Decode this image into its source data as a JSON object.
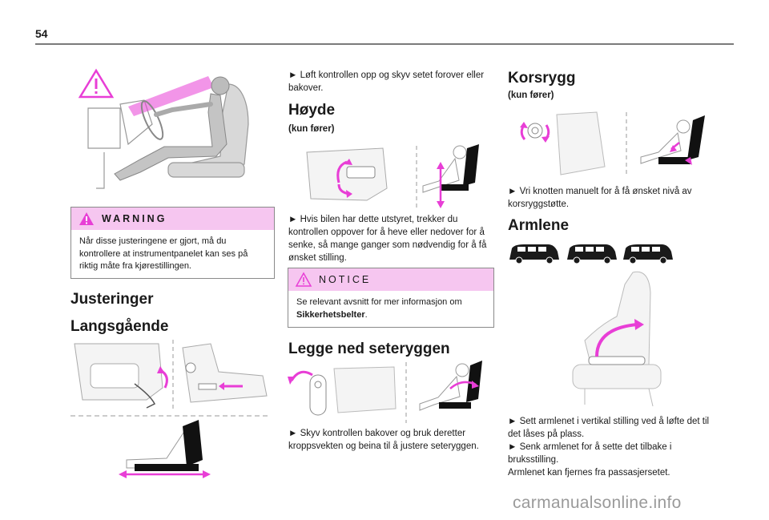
{
  "page": {
    "number": "54"
  },
  "colors": {
    "accent": "#e83ed6",
    "warning_bg": "#f6c6f0",
    "line": "#7a7a7a",
    "seat": "#d4d4d4"
  },
  "warning": {
    "title": "WARNING",
    "text": "Når disse justeringene er gjort, må du kontrollere at instrumentpanelet kan ses på riktig måte fra kjørestillingen."
  },
  "justeringer": {
    "heading": "Justeringer"
  },
  "langsgaende": {
    "heading": "Langsgående",
    "instruction": "► Løft kontrollen opp og skyv setet forover eller bakover."
  },
  "hoyde": {
    "heading": "Høyde",
    "sub": "(kun fører)",
    "instruction": "► Hvis bilen har dette utstyret, trekker du kontrollen oppover for å heve eller nedover for å senke, så mange ganger som nødvendig for å få ønsket stilling."
  },
  "notice": {
    "title": "NOTICE",
    "text_prefix": "Se relevant avsnitt for mer informasjon om ",
    "text_bold": "Sikkerhetsbelter",
    "text_suffix": "."
  },
  "legge_ned": {
    "heading": "Legge ned seteryggen",
    "instruction": "► Skyv kontrollen bakover og bruk deretter kroppsvekten og beina til å justere seteryggen."
  },
  "korsrygg": {
    "heading": "Korsrygg",
    "sub": "(kun fører)",
    "instruction": "► Vri knotten manuelt for å få ønsket nivå av korsryggstøtte."
  },
  "armlene": {
    "heading": "Armlene",
    "line1": "► Sett armlenet i vertikal stilling ved å løfte det til det låses på plass.",
    "line2": "► Senk armlenet for å sette det tilbake i bruksstilling.",
    "line3": "Armlenet kan fjernes fra passasjersetet."
  },
  "icons": [
    "warning-triangle-icon",
    "notice-triangle-icon",
    "van-icon"
  ],
  "footer": {
    "watermark": "carmanualsonline.info"
  }
}
